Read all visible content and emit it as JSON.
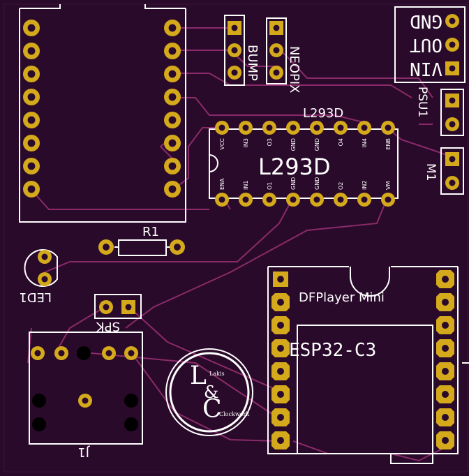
{
  "board": {
    "background": "#2a0a2a",
    "silkscreen_color": "#ffffff",
    "pad_color": "#d4a91c",
    "trace_color": "#8a2a6a"
  },
  "labels": {
    "gnd": "GND",
    "out": "OUT",
    "vin": "VIN",
    "bump": "BUMP",
    "neopix": "NEOPIX",
    "psu1": "PSU1",
    "m1": "M1",
    "l293d_ref": "L293D",
    "l293d_body": "L293D",
    "r1": "R1",
    "led1": "LED1",
    "spk": "SPK",
    "j1": "J1",
    "dfplayer": "DFPlayer Mini",
    "esp32": "ESP32-C3",
    "logo_l": "L",
    "logo_amp": "&",
    "logo_c": "C",
    "logo_small_1": "Lakis",
    "logo_small_2": "Clockwork"
  },
  "l293d_pins_top": [
    "VCC",
    "IN3",
    "O3",
    "GND",
    "GND",
    "O4",
    "IN4",
    "ENB"
  ],
  "l293d_pins_bottom": [
    "ENA",
    "IN1",
    "O1",
    "GND",
    "GND",
    "O2",
    "IN2",
    "VM"
  ]
}
